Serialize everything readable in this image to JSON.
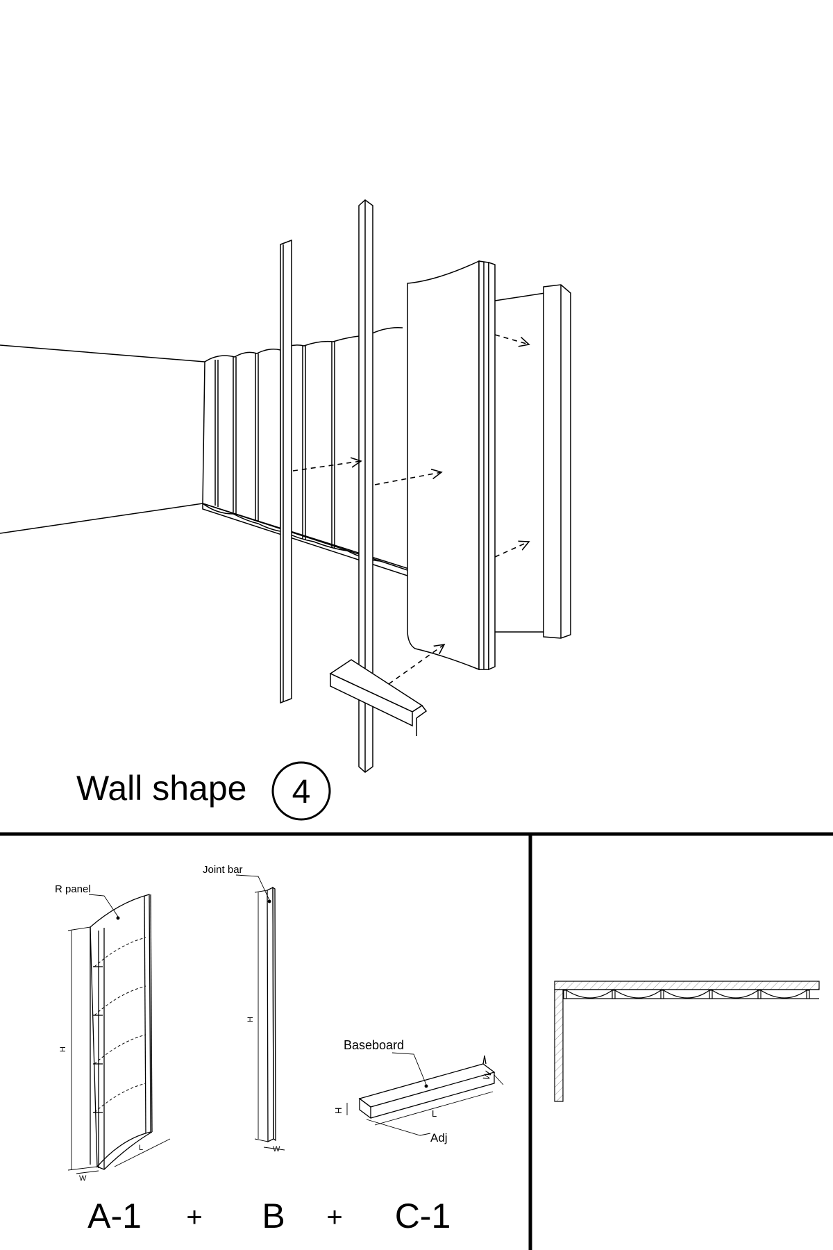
{
  "top_view": {
    "title": "Wall shape",
    "number": "4"
  },
  "components": {
    "panel_label": "R panel",
    "joint_label": "Joint bar",
    "baseboard_label": "Baseboard",
    "adj_label": "Adj",
    "dim_h": "H",
    "dim_l": "L",
    "dim_w": "W"
  },
  "formula": {
    "part_a": "A-1",
    "plus_1": "+",
    "part_b": "B",
    "plus_2": "+",
    "part_c": "C-1"
  }
}
